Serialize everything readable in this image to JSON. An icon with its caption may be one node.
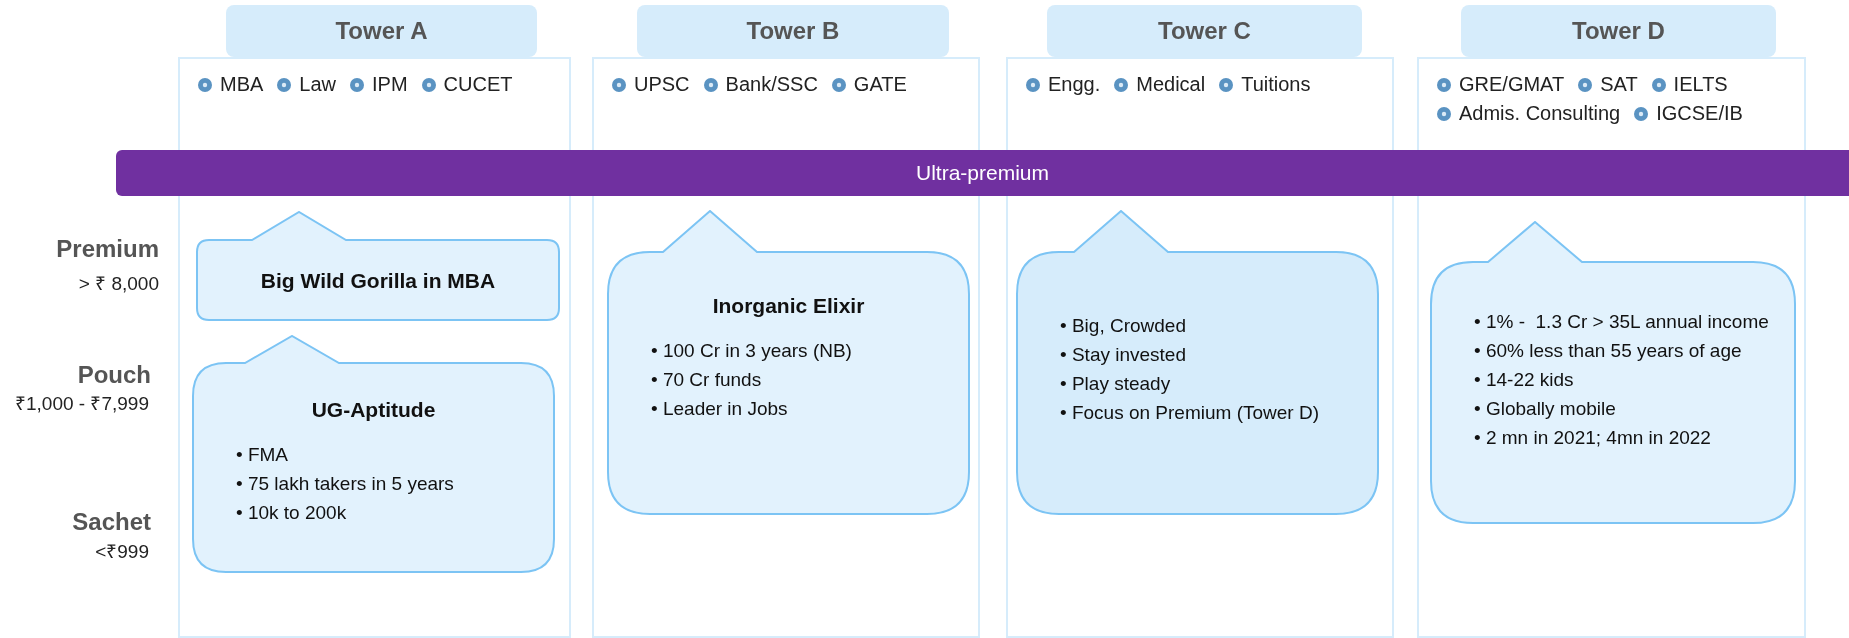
{
  "diagram": {
    "nodes": [
      {
        "text": [
          "Tower A",
          "MBA",
          "Law",
          "IPM",
          "CUCET"
        ]
      },
      {
        "text": [
          "Tower B",
          "UPSC",
          "Bank/SSC",
          "GATE"
        ]
      },
      {
        "text": [
          "Tower C",
          "Engg.",
          "Medical",
          "Tuitions"
        ]
      },
      {
        "text": [
          "Tower D",
          "GRE/GMAT",
          "SAT",
          "IELTS",
          "Admis. Consulting",
          "IGCSE/IB"
        ]
      },
      {
        "text": [
          "Ultra-premium"
        ]
      },
      {
        "text": [
          "Big Wild Gorilla in MBA"
        ],
        "in": 0
      },
      {
        "text": [
          "UG-Aptitude",
          "• FMA",
          "• 75 lakh takers in 5 years",
          "• 10k to 200k"
        ],
        "in": 0
      },
      {
        "text": [
          "Inorganic Elixir",
          "• 100 Cr in 3 years (NB)",
          "• 70 Cr funds",
          "• Leader in Jobs"
        ],
        "in": 1
      },
      {
        "text": [
          "• Big, Crowded",
          "• Stay invested",
          "• Play steady",
          "• Focus on Premium (Tower D)"
        ],
        "in": 2
      },
      {
        "text": [
          "• 1% -  1.3 Cr > 35L annual income",
          "• 60% less than 55 years of age",
          "• 14-22 kids",
          "• Globally mobile",
          "• 2 mn in 2021; 4mn in 2022"
        ],
        "in": 3
      }
    ],
    "edges": [],
    "labels": [
      "Premium",
      "> ₹ 8,000",
      "Pouch",
      "₹1,000 - ₹7,999",
      "Sachet",
      "<₹999"
    ]
  }
}
